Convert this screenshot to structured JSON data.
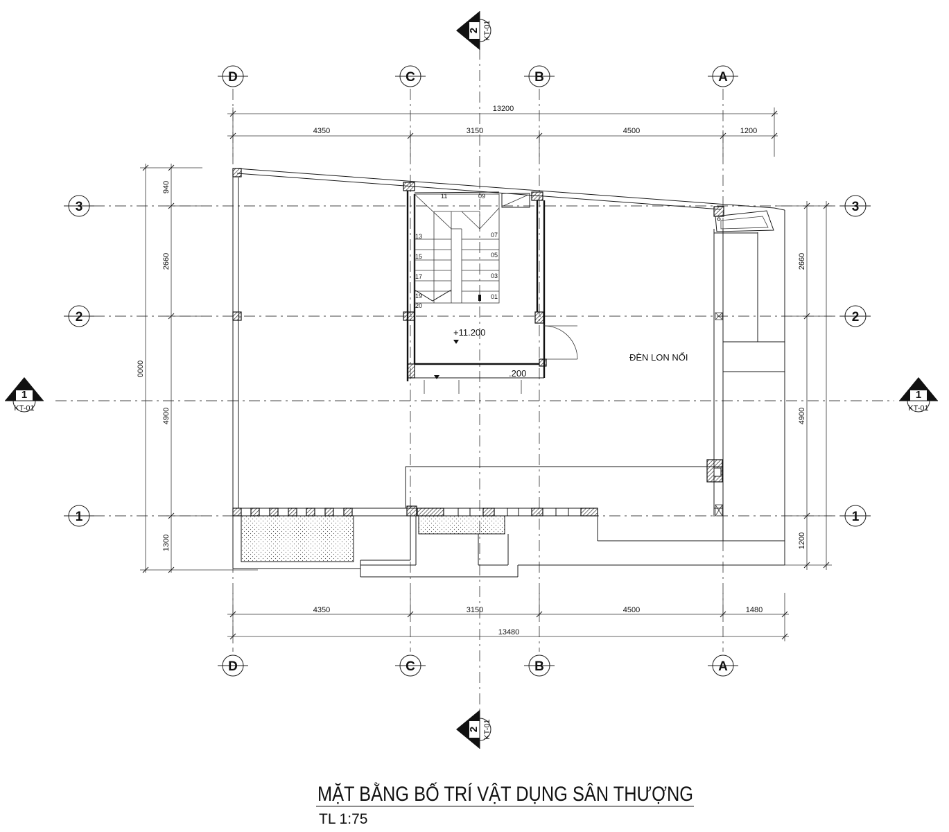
{
  "drawing": {
    "title": "MẶT BẰNG BỐ TRÍ VẬT DỤNG SÂN THƯỢNG",
    "scale": "TL 1:75",
    "elevation": "+11.200",
    "elevation_partial": ".200",
    "lamp_note": "ĐÈN LON NỔI"
  },
  "grid": {
    "letters": [
      "D",
      "C",
      "B",
      "A"
    ],
    "numbers": [
      "3",
      "2",
      "1"
    ]
  },
  "dimensions": {
    "top_total": "13200",
    "top_segments": [
      "4350",
      "3150",
      "4500",
      "1200"
    ],
    "bottom_segments": [
      "4350",
      "3150",
      "4500",
      "1480"
    ],
    "bottom_total": "13480",
    "left_segments": [
      "940",
      "2660",
      "4900",
      "1300"
    ],
    "left_total": "0000",
    "right_segments": [
      "2660",
      "4900",
      "1200"
    ]
  },
  "sections": {
    "side_number": "1",
    "side_ref": "KT-01",
    "vertical_number": "2",
    "vertical_ref": "KT-01"
  },
  "stairs": {
    "left_steps": [
      "11",
      "13",
      "15",
      "17",
      "19",
      "20"
    ],
    "right_steps": [
      "09",
      "07",
      "05",
      "03",
      "01"
    ]
  }
}
